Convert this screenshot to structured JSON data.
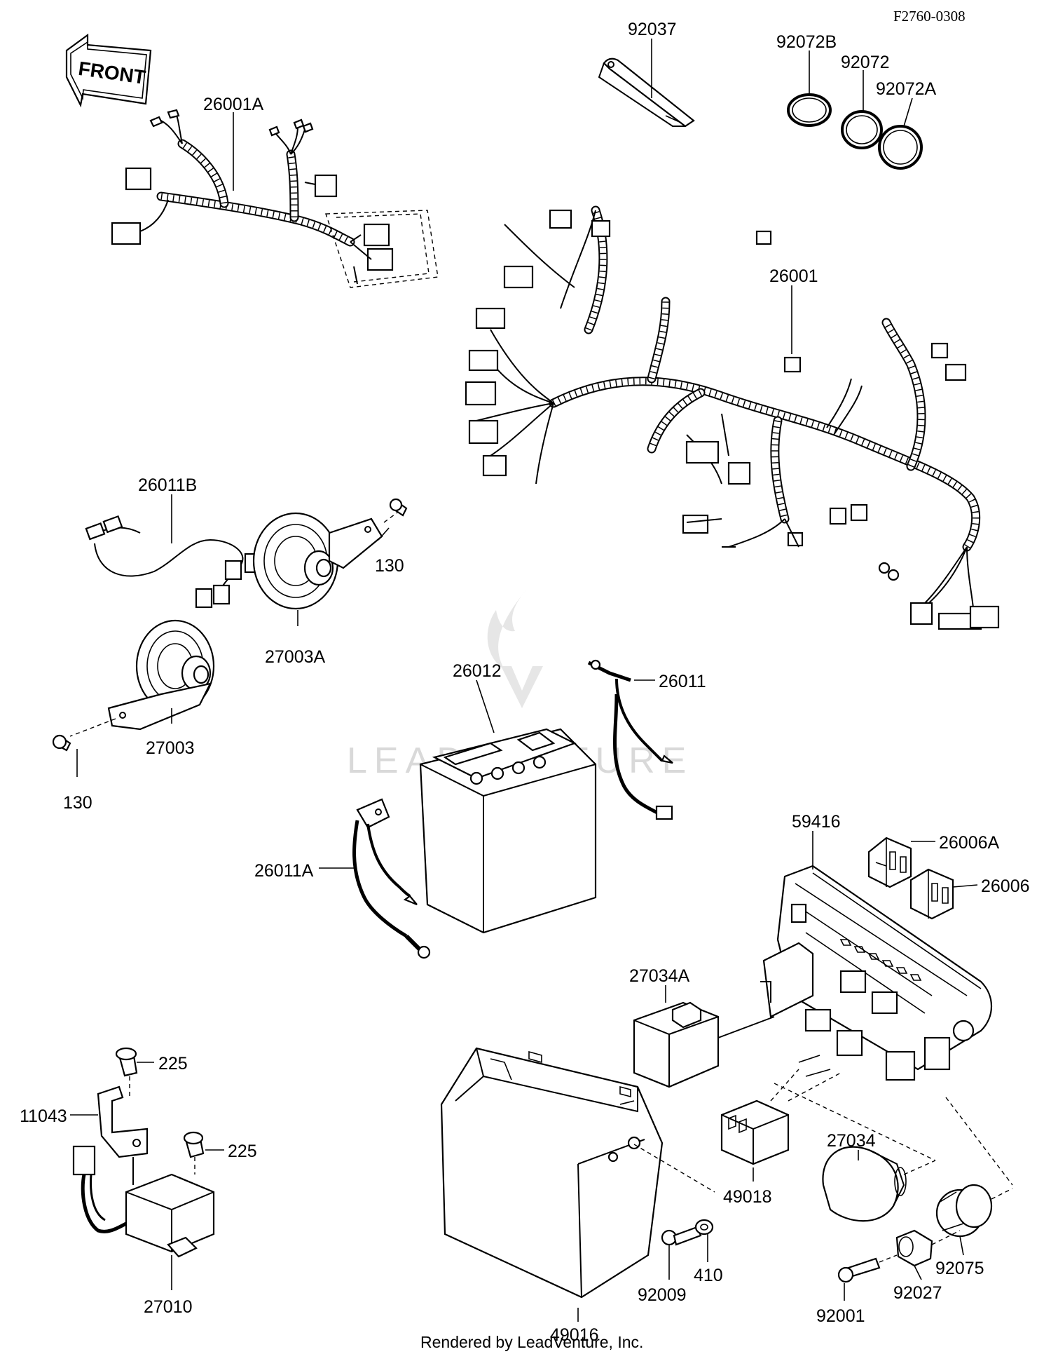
{
  "drawing_code": "F2760-0308",
  "direction_arrow": "FRONT",
  "footer": "Rendered by LeadVenture, Inc.",
  "watermark": "LEADVENTURE",
  "colors": {
    "ink": "#000000",
    "watermark": "#d9d9d9",
    "background": "#ffffff"
  },
  "parts": [
    {
      "id": "p92037",
      "label": "92037"
    },
    {
      "id": "p92072B",
      "label": "92072B"
    },
    {
      "id": "p92072",
      "label": "92072"
    },
    {
      "id": "p92072A",
      "label": "92072A"
    },
    {
      "id": "p26001A",
      "label": "26001A"
    },
    {
      "id": "p26001",
      "label": "26001"
    },
    {
      "id": "p26011B",
      "label": "26011B"
    },
    {
      "id": "p130a",
      "label": "130"
    },
    {
      "id": "p27003A",
      "label": "27003A"
    },
    {
      "id": "p27003",
      "label": "27003"
    },
    {
      "id": "p130b",
      "label": "130"
    },
    {
      "id": "p26012",
      "label": "26012"
    },
    {
      "id": "p26011",
      "label": "26011"
    },
    {
      "id": "p26011A",
      "label": "26011A"
    },
    {
      "id": "p59416",
      "label": "59416"
    },
    {
      "id": "p26006A",
      "label": "26006A"
    },
    {
      "id": "p26006",
      "label": "26006"
    },
    {
      "id": "p27034A",
      "label": "27034A"
    },
    {
      "id": "p225a",
      "label": "225"
    },
    {
      "id": "p11043",
      "label": "11043"
    },
    {
      "id": "p225b",
      "label": "225"
    },
    {
      "id": "p27010",
      "label": "27010"
    },
    {
      "id": "p49018",
      "label": "49018"
    },
    {
      "id": "p27034",
      "label": "27034"
    },
    {
      "id": "p92075",
      "label": "92075"
    },
    {
      "id": "p92027",
      "label": "92027"
    },
    {
      "id": "p92001",
      "label": "92001"
    },
    {
      "id": "p49016",
      "label": "49016"
    },
    {
      "id": "p92009",
      "label": "92009"
    },
    {
      "id": "p410",
      "label": "410"
    }
  ]
}
